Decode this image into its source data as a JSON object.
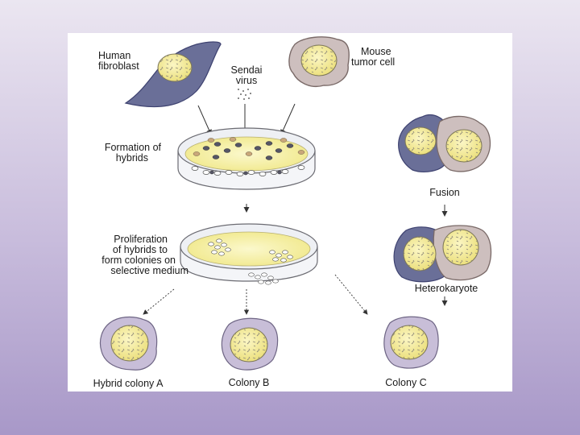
{
  "labels": {
    "human_fibroblast": [
      "Human",
      "fibroblast"
    ],
    "sendai_virus": [
      "Sendai",
      "virus"
    ],
    "mouse_tumor_cell": [
      "Mouse",
      "tumor cell"
    ],
    "formation_of_hybrids": [
      "Formation of",
      "hybrids"
    ],
    "fusion": "Fusion",
    "proliferation": [
      "Proliferation",
      "of hybrids to",
      "form colonies on",
      "selective medium"
    ],
    "heterokaryote": "Heterokaryote",
    "hybrid_colony_a": "Hybrid colony A",
    "colony_b": "Colony B",
    "colony_c": "Colony C"
  },
  "colors": {
    "fibroblast": "#6a6f98",
    "mouse_cell": "#cdbfbe",
    "nucleus": "#f4ec9c",
    "medium": "#f6f1a6",
    "colony": "#c8bed8",
    "arrow": "#333333"
  }
}
